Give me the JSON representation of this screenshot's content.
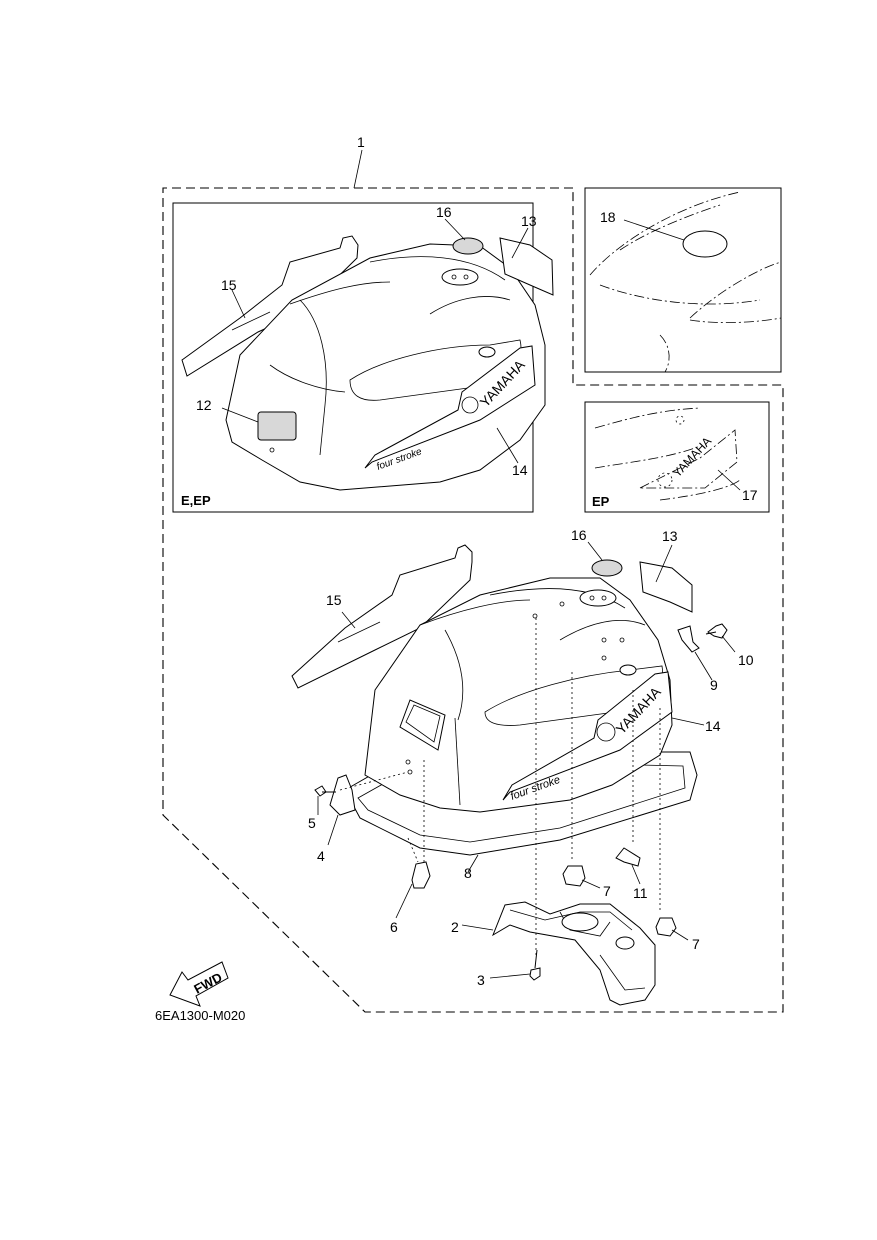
{
  "diagram": {
    "code": "6EA1300-M020",
    "fwd_label": "FWD",
    "brand_text": "YAMAHA",
    "script_text": "four stroke",
    "variant_tags": {
      "main_inset": "E,EP",
      "ep_inset": "EP"
    },
    "callouts": [
      "1",
      "2",
      "3",
      "4",
      "5",
      "6",
      "7",
      "7",
      "8",
      "9",
      "10",
      "11",
      "12",
      "13",
      "14",
      "14",
      "15",
      "15",
      "16",
      "16",
      "17",
      "18"
    ]
  }
}
